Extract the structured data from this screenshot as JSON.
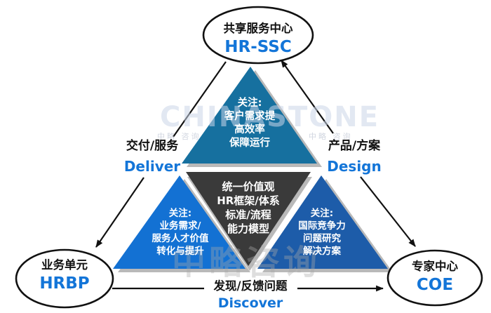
{
  "nodes": {
    "ssc": {
      "label_zh": "共享服务中心",
      "label_en": "HR-SSC"
    },
    "hrbp": {
      "label_zh": "业务单元",
      "label_en": "HRBP"
    },
    "coe": {
      "label_zh": "专家中心",
      "label_en": "COE"
    }
  },
  "triangles": {
    "top": {
      "color": "#16709f",
      "lines": [
        "关注:",
        "客户需求提",
        "高效率",
        "保障运行"
      ]
    },
    "center": {
      "color": "#3a3a3a",
      "lines": [
        "统一价值观",
        "HR框架/体系",
        "标准/流程",
        "能力模型"
      ]
    },
    "left": {
      "color": "#1371d3",
      "lines": [
        "关注:",
        "业务需求/",
        "服务人才价值",
        "转化与提升"
      ]
    },
    "right": {
      "color": "#1d5ca9",
      "lines": [
        "关注:",
        "国际竞争力",
        "问题研究",
        "解决方案"
      ]
    }
  },
  "edges": {
    "left": {
      "zh": "交付/服务",
      "en": "Deliver"
    },
    "right": {
      "zh": "产品/方案",
      "en": "Design"
    },
    "bottom": {
      "zh": "发现/反馈问题",
      "en": "Discover"
    }
  },
  "watermark": {
    "latin": "CHINASTONE",
    "cjk_large": "中略咨询",
    "cjk_small": "中略 咨询"
  },
  "colors": {
    "accent_blue_text": "#1375d8",
    "line": "#111111",
    "shadow": "#b9b9b9"
  }
}
